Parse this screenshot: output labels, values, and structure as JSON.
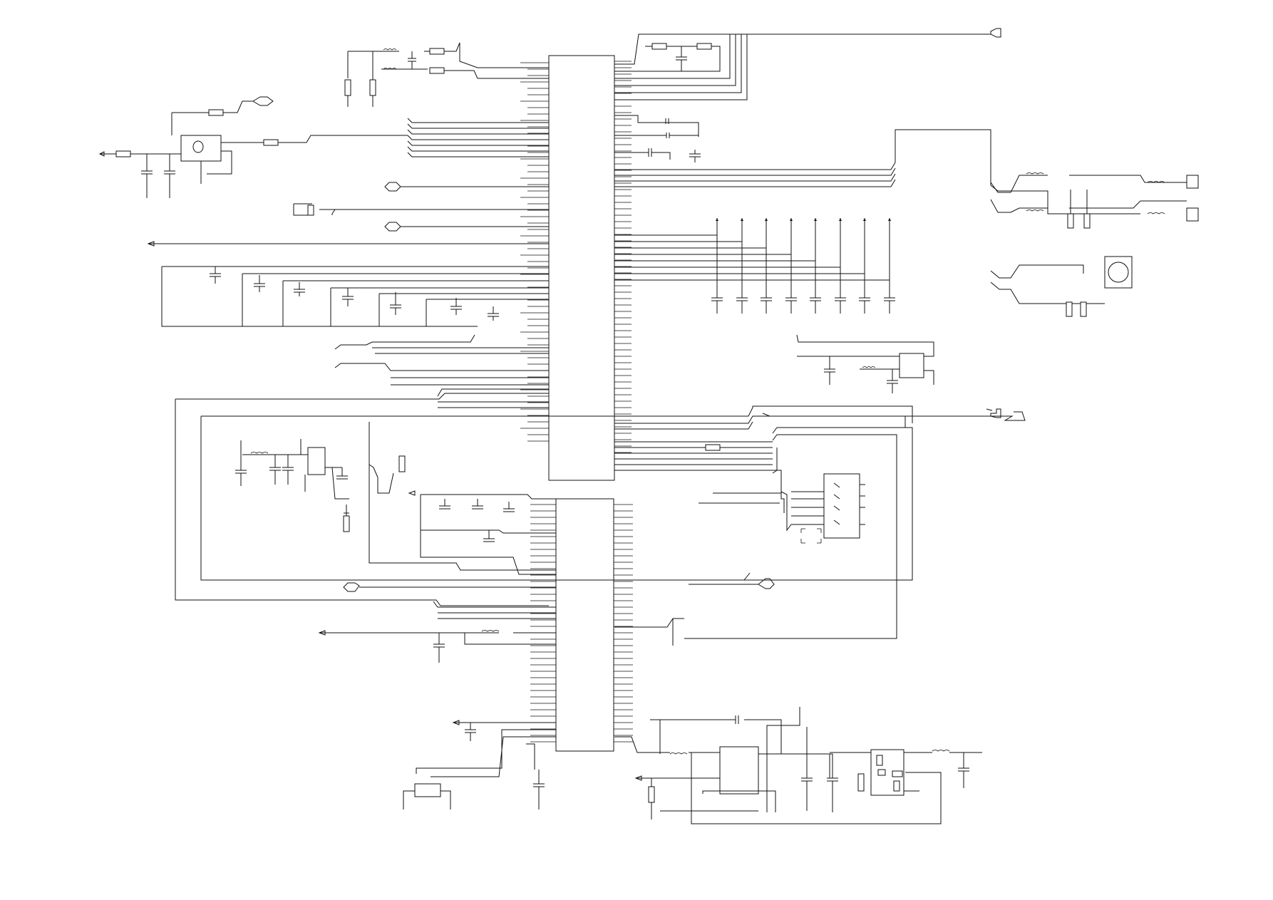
{
  "schematic": {
    "colors": {
      "wire": "#111111",
      "background": "#ffffff"
    },
    "components": {
      "ic_main_upper": "integrated-circuit",
      "ic_main_lower": "integrated-circuit",
      "ic_power": "integrated-circuit",
      "ic_regulator": "integrated-circuit",
      "connector_switch": "connector",
      "crystal": "crystal",
      "microphone": "microphone",
      "speaker": "speaker"
    }
  }
}
